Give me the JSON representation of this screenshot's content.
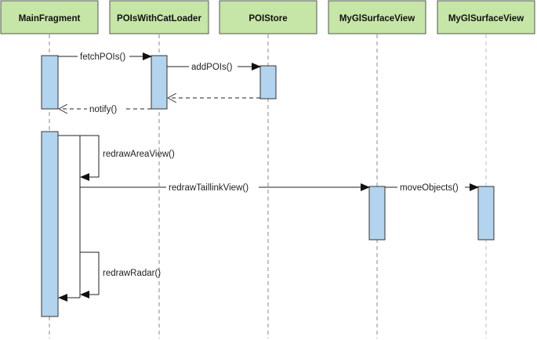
{
  "participants": [
    {
      "name": "MainFragment"
    },
    {
      "name": "POIsWithCatLoader"
    },
    {
      "name": "POIStore"
    },
    {
      "name": "MyGlSurfaceView"
    },
    {
      "name": "MyGlSurfaceView"
    }
  ],
  "messages": [
    {
      "label": "fetchPOIs()",
      "from": "MainFragment",
      "to": "POIsWithCatLoader",
      "kind": "call"
    },
    {
      "label": "addPOIs()",
      "from": "POIsWithCatLoader",
      "to": "POIStore",
      "kind": "call"
    },
    {
      "label": "",
      "from": "POIStore",
      "to": "POIsWithCatLoader",
      "kind": "return"
    },
    {
      "label": "notify()",
      "from": "POIsWithCatLoader",
      "to": "MainFragment",
      "kind": "return"
    },
    {
      "label": "redrawAreaView()",
      "from": "MainFragment",
      "to": "MainFragment",
      "kind": "self"
    },
    {
      "label": "redrawTaillinkView()",
      "from": "MainFragment",
      "to": "MyGlSurfaceView",
      "kind": "call"
    },
    {
      "label": "moveObjects()",
      "from": "MyGlSurfaceView",
      "to": "MyGlSurfaceView",
      "kind": "call"
    },
    {
      "label": "redrawRadar()",
      "from": "MainFragment",
      "to": "MainFragment",
      "kind": "self"
    }
  ],
  "colors": {
    "header_fill": "#c5e6a6",
    "activation_fill": "#b3d4ee",
    "line": "#222222"
  }
}
